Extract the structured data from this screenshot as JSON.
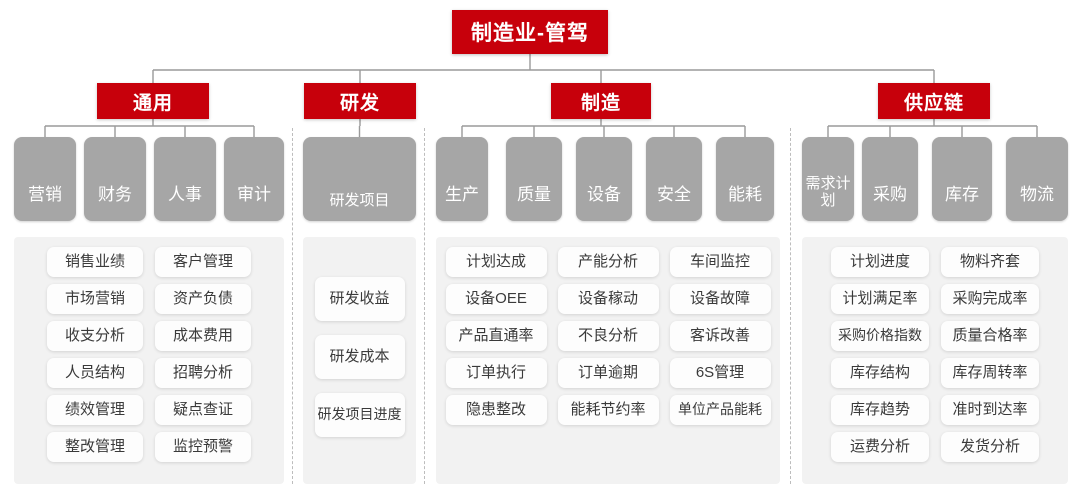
{
  "root": {
    "label": "制造业-管驾",
    "color": "#C7000B"
  },
  "palette": {
    "red": "#C7000B",
    "mid_gray": "#A6A6A6",
    "panel_gray": "#F2F2F2",
    "card_white": "#FDFDFD",
    "line_gray": "#9A9A9A",
    "text_dark": "#3A3A3A"
  },
  "groups": [
    {
      "id": "general",
      "header": "通用",
      "mid": [
        "营销",
        "财务",
        "人事",
        "审计"
      ],
      "leaf_columns": 2,
      "leaves": [
        [
          "销售业绩",
          "客户管理"
        ],
        [
          "市场营销",
          "资产负债"
        ],
        [
          "收支分析",
          "成本费用"
        ],
        [
          "人员结构",
          "招聘分析"
        ],
        [
          "绩效管理",
          "疑点查证"
        ],
        [
          "整改管理",
          "监控预警"
        ]
      ]
    },
    {
      "id": "rnd",
      "header": "研发",
      "mid": [
        "研发项目"
      ],
      "leaf_columns": 1,
      "leaves": [
        [
          "研发收益"
        ],
        [
          "研发成本"
        ],
        [
          "研发项目进度"
        ]
      ]
    },
    {
      "id": "manufacturing",
      "header": "制造",
      "mid": [
        "生产",
        "质量",
        "设备",
        "安全",
        "能耗"
      ],
      "leaf_columns": 3,
      "leaves": [
        [
          "计划达成",
          "产能分析",
          "车间监控"
        ],
        [
          "设备OEE",
          "设备稼动",
          "设备故障"
        ],
        [
          "产品直通率",
          "不良分析",
          "客诉改善"
        ],
        [
          "订单执行",
          "订单逾期",
          "6S管理"
        ],
        [
          "隐患整改",
          "能耗节约率",
          "单位产品能耗"
        ]
      ]
    },
    {
      "id": "supplychain",
      "header": "供应链",
      "mid": [
        "需求计划",
        "采购",
        "库存",
        "物流"
      ],
      "leaf_columns": 2,
      "leaves": [
        [
          "计划进度",
          "物料齐套"
        ],
        [
          "计划满足率",
          "采购完成率"
        ],
        [
          "采购价格指数",
          "质量合格率"
        ],
        [
          "库存结构",
          "库存周转率"
        ],
        [
          "库存趋势",
          "准时到达率"
        ],
        [
          "运费分析",
          "发货分析"
        ]
      ]
    }
  ]
}
